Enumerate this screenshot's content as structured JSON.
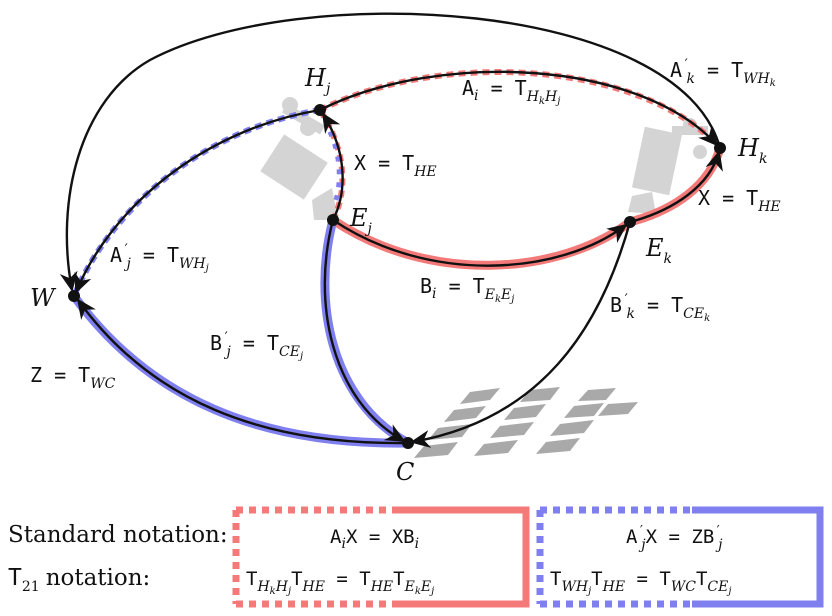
{
  "nodes": {
    "W": "W",
    "C": "C",
    "Hj": {
      "base": "H",
      "sub": "j"
    },
    "Hk": {
      "base": "H",
      "sub": "k"
    },
    "Ej": {
      "base": "E",
      "sub": "j"
    },
    "Ek": {
      "base": "E",
      "sub": "k"
    }
  },
  "edge_labels": {
    "Ai": {
      "lhs": "A",
      "lhs_sub": "i",
      "rhs_T": "T",
      "rhs_sub": "H",
      "rhs_sub2": "k",
      "rhs_sub3": "H",
      "rhs_sub4": "j"
    },
    "Ak_prime": {
      "lhs": "A",
      "prime": "′",
      "lhs_sub": "k",
      "rhs_T": "T",
      "rhs_sub": "WH",
      "rhs_sub2": "k"
    },
    "Aj_prime": {
      "lhs": "A",
      "prime": "′",
      "lhs_sub": "j",
      "rhs_T": "T",
      "rhs_sub": "WH",
      "rhs_sub2": "j"
    },
    "X_left": {
      "lhs": "X",
      "rhs_T": "T",
      "rhs_sub": "HE"
    },
    "X_right": {
      "lhs": "X",
      "rhs_T": "T",
      "rhs_sub": "HE"
    },
    "Bi": {
      "lhs": "B",
      "lhs_sub": "i",
      "rhs_T": "T",
      "rhs_sub": "E",
      "rhs_sub2": "k",
      "rhs_sub3": "E",
      "rhs_sub4": "j"
    },
    "Bk_prime": {
      "lhs": "B",
      "prime": "′",
      "lhs_sub": "k",
      "rhs_T": "T",
      "rhs_sub": "CE",
      "rhs_sub2": "k"
    },
    "Bj_prime": {
      "lhs": "B",
      "prime": "′",
      "lhs_sub": "j",
      "rhs_T": "T",
      "rhs_sub": "CE",
      "rhs_sub2": "j"
    },
    "Z": {
      "lhs": "Z",
      "rhs_T": "T",
      "rhs_sub": "WC"
    }
  },
  "legend": {
    "row1_label": "Standard notation:",
    "row2_label": "notation:",
    "row2_label_T": "T",
    "row2_label_sub": "21",
    "eq_red_std": "A",
    "eq_red_std_sub": "i",
    "eq_red_std_rest": "X = XB",
    "eq_red_std_rest_sub": "i",
    "eq_blue_std": "A",
    "eq_blue_std_prime": "′",
    "eq_blue_std_sub": "j",
    "eq_blue_std_rest": "X = ZB",
    "eq_blue_std_rest_prime": "′",
    "eq_blue_std_rest_sub": "j"
  },
  "colors": {
    "red": "#f47a7a",
    "blue": "#7f7fef",
    "black": "#111111",
    "robot_gray": "#d4d4d4",
    "board_gray": "#a9a9a9"
  }
}
